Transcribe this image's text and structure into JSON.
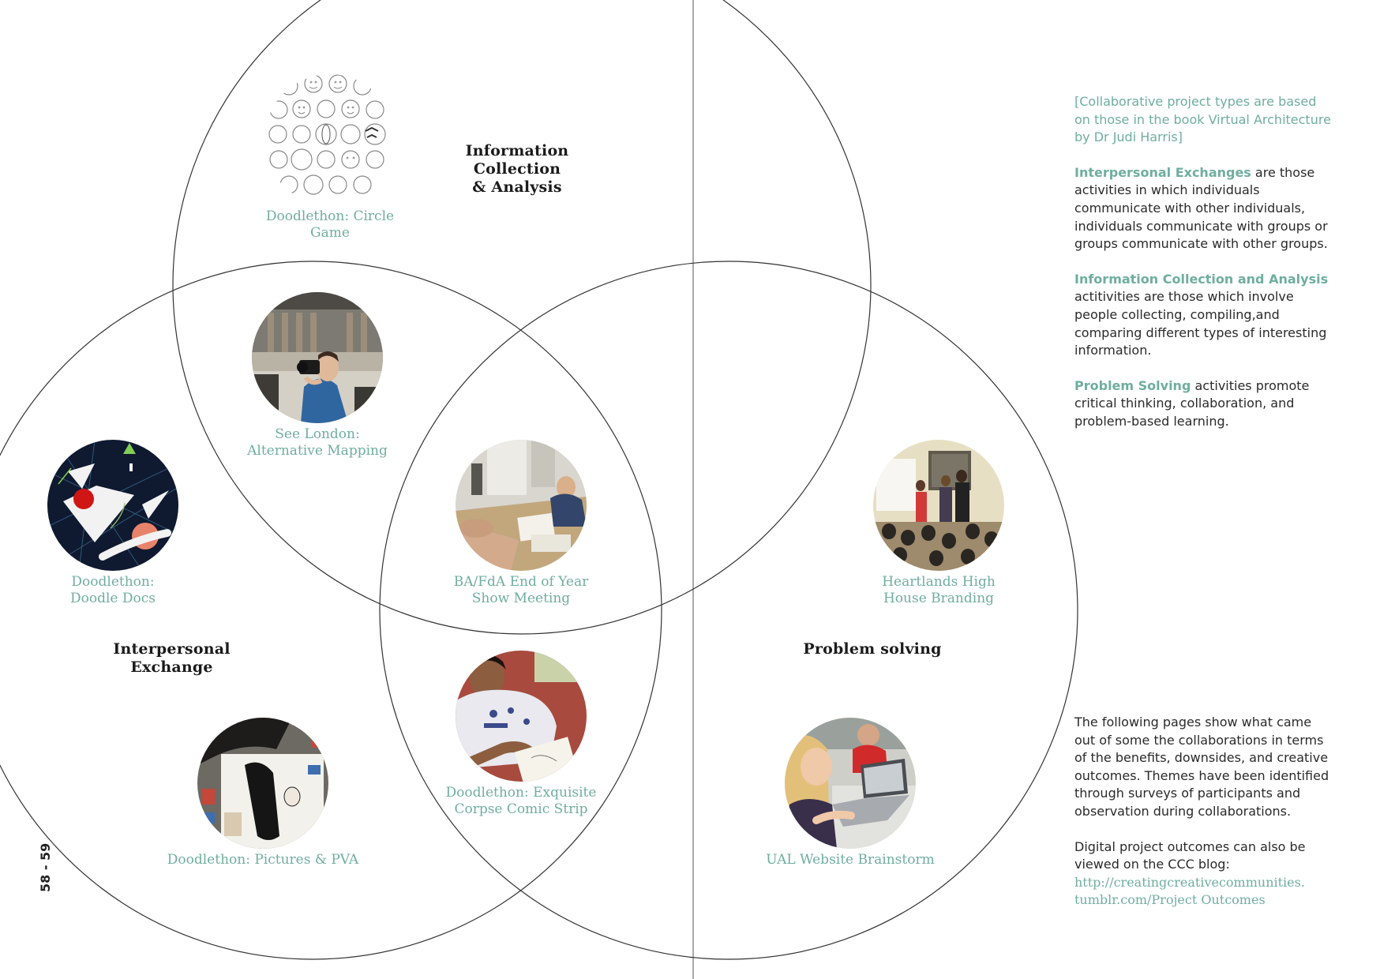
{
  "regions": {
    "info": "Information Collection\n& Analysis",
    "interpersonal": "Interpersonal Exchange",
    "problem": "Problem solving"
  },
  "projects": [
    {
      "caption": "Doodlethon: Circle Game",
      "image": "doodle-faces-grid"
    },
    {
      "caption": "See London:\nAlternative Mapping",
      "image": "photographer-camera"
    },
    {
      "caption": "Doodlethon:\nDoodle Docs",
      "image": "abstract-shapes"
    },
    {
      "caption": "BA/FdA End of Year\nShow Meeting",
      "image": "meeting-table"
    },
    {
      "caption": "Heartlands High\nHouse Branding",
      "image": "classroom-presentation"
    },
    {
      "caption": "Doodlethon: Exquisite\nCorpse Comic Strip",
      "image": "drawing-student"
    },
    {
      "caption": "Doodlethon: Pictures & PVA",
      "image": "collage-table"
    },
    {
      "caption": "UAL Website Brainstorm",
      "image": "laptop-students"
    }
  ],
  "sidebar": {
    "note": "[Collaborative project types are based on those in the book Virtual Architecture by Dr Judi Harris]",
    "interpersonal_term": "Interpersonal Exchanges",
    "interpersonal_text": " are those activities in which individuals communicate with other individuals, individuals communicate with groups or groups communicate with other groups.",
    "info_term": "Information Collection and Analysis",
    "info_text": " actitivities are those which involve people collecting, compiling,and comparing different types of interesting information.",
    "problem_term": "Problem Solving",
    "problem_text": " activities promote critical thinking, collaboration, and problem-based learning.",
    "outcomes": "The following pages show what came out of some the collaborations in terms of the benefits, downsides, and creative outcomes. Themes have been identified through surveys of participants and observation during collaborations.",
    "digital": "Digital project outcomes can also be viewed on the CCC blog:",
    "link_line1": "http://creatingcreativecommunities.",
    "link_line2": "tumblr.com/Project Outcomes"
  },
  "page_number": "58 - 59"
}
